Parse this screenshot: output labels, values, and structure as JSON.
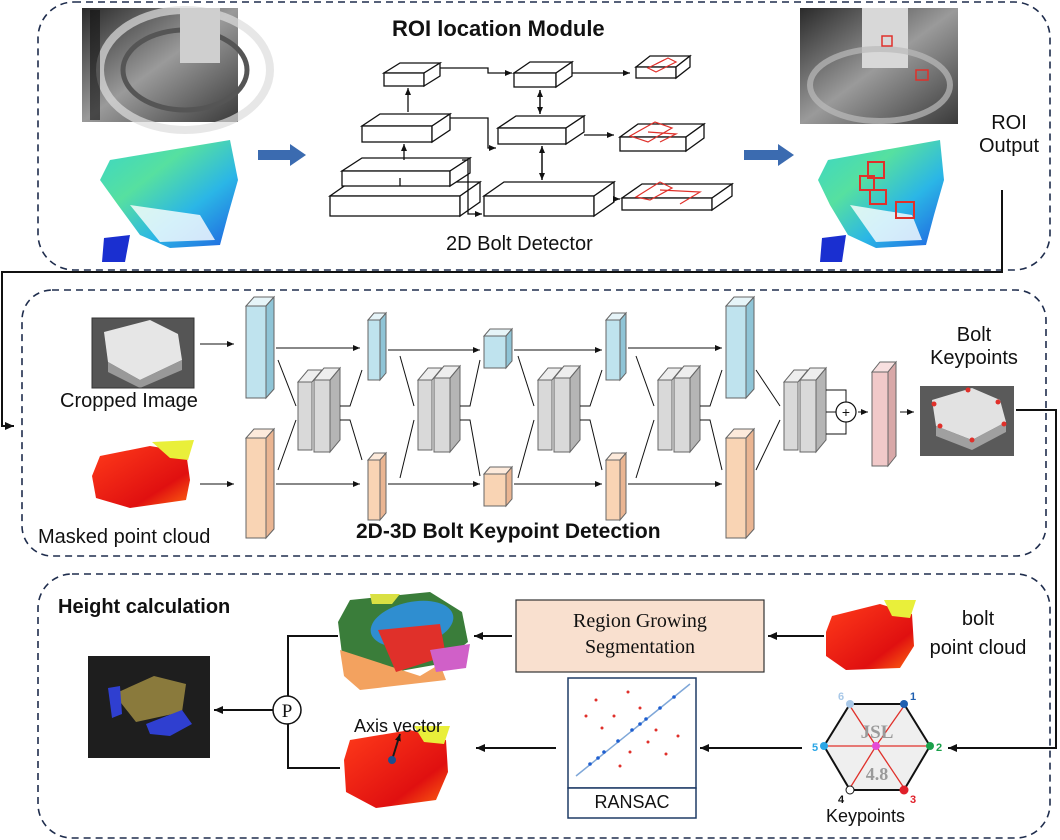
{
  "roi_module": {
    "title": "ROI location Module",
    "detector_label": "2D Bolt Detector",
    "output_label_line1": "ROI",
    "output_label_line2": "Output"
  },
  "keypoint_module": {
    "title": "2D-3D Bolt Keypoint Detection",
    "input_image_label": "Cropped Image",
    "input_cloud_label": "Masked point cloud",
    "output_label_line1": "Bolt",
    "output_label_line2": "Keypoints"
  },
  "height_module": {
    "title": "Height calculation",
    "segmentation_line1": "Region Growing",
    "segmentation_line2": "Segmentation",
    "cloud_label_line1": "bolt",
    "cloud_label_line2": "point cloud",
    "axis_label": "Axis vector",
    "ransac_label": "RANSAC",
    "keypoints_label": "Keypoints",
    "fusion_symbol": "P",
    "plus_symbol": "+"
  },
  "keypoint_marker": {
    "text_top": "JSL",
    "text_bottom": "4.8",
    "indices": [
      "1",
      "2",
      "3",
      "4",
      "5",
      "6"
    ]
  },
  "colors": {
    "frame_dash": "#1f2d4d",
    "arrow_blue": "#3b6bb0",
    "rgb_branch": "#bfe3ee",
    "cloud_branch": "#f9d4b4",
    "fusion_layer": "#f1c9c9",
    "segmentation_box": "#f9e0cf",
    "roi_box": "#e0302a"
  }
}
